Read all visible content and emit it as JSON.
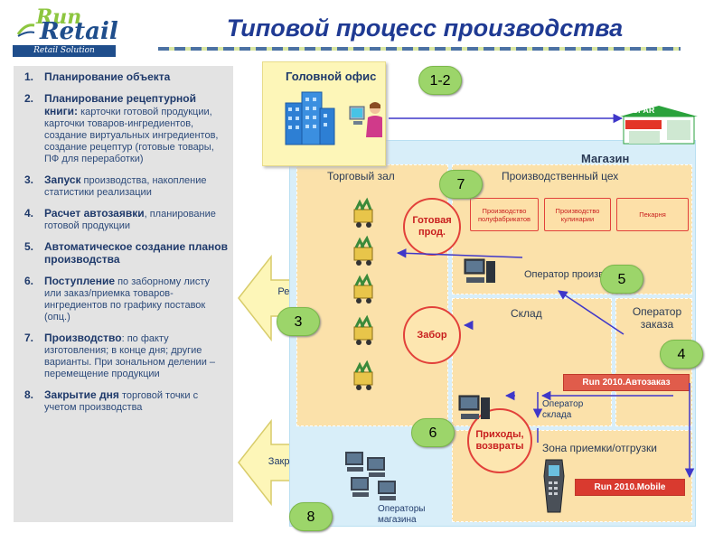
{
  "logo": {
    "run": "Run",
    "retail": "Retail",
    "subtitle": "Retail Solution"
  },
  "title": "Типовой процесс производства",
  "steps": [
    {
      "number": "1.",
      "heading": "Планирование объекта",
      "detail": ""
    },
    {
      "number": "2.",
      "heading": "Планирование рецептурной книги:",
      "detail": " карточки готовой продукции, карточки товаров-ингредиентов, создание виртуальных ингредиентов, создание рецептур (готовые товары, ПФ для переработки)"
    },
    {
      "number": "3.",
      "heading": "Запуск",
      "detail": " производства, накопление статистики реализации"
    },
    {
      "number": "4.",
      "heading": "Расчет автозаявки",
      "detail": ", планирование готовой продукции"
    },
    {
      "number": "5.",
      "heading": "Автоматическое создание планов производства",
      "detail": ""
    },
    {
      "number": "6.",
      "heading": "Поступление",
      "detail": " по заборному листу или заказ/приемка товаров-ингредиентов по графику поставок (опц.)"
    },
    {
      "number": "7.",
      "heading": "Производство",
      "detail": ": по факту изготовления; в конце дня; другие варианты. При зональном делении – перемещение продукции"
    },
    {
      "number": "8.",
      "heading": "Закрытие дня",
      "detail": " торговой точки с учетом производства"
    }
  ],
  "diagram": {
    "hq_label": "Головной офис",
    "store_label": "Магазин",
    "spar_label": "SPAR",
    "sales_floor": "Торговый зал",
    "production_shop": "Производственный цех",
    "warehouse": "Склад",
    "order_operator": "Оператор заказа",
    "receiving_zone": "Зона приемки/отгрузки",
    "production_operator": "Оператор производства",
    "warehouse_operator": "Оператор склада",
    "store_operators": "Операторы магазина",
    "finished_goods": "Готовая прод.",
    "pickup": "Забор",
    "receipts": "Приходы, возвраты",
    "prod_semi": "Производство полуфабрикатов",
    "prod_cooking": "Производство кулинарии",
    "bakery": "Пекарня",
    "autozakaz": "Run 2010.Автозаказ",
    "mobile": "Run 2010.Mobile",
    "sales_arrow": "Реализация",
    "close_day_arrow": "Закрытие дня",
    "badges": {
      "b12": "1-2",
      "b3": "3",
      "b4": "4",
      "b5": "5",
      "b6": "6",
      "b7": "7",
      "b8": "8"
    }
  },
  "colors": {
    "title": "#1f3a93",
    "badge": "#9cd56a",
    "store_bg": "#d8eef9",
    "zone": "#fbe1aa",
    "hq": "#fdf6b8",
    "circle_border": "#e2413a",
    "arrow_fill": "#fdf6b8",
    "link": "#3f37c9"
  }
}
